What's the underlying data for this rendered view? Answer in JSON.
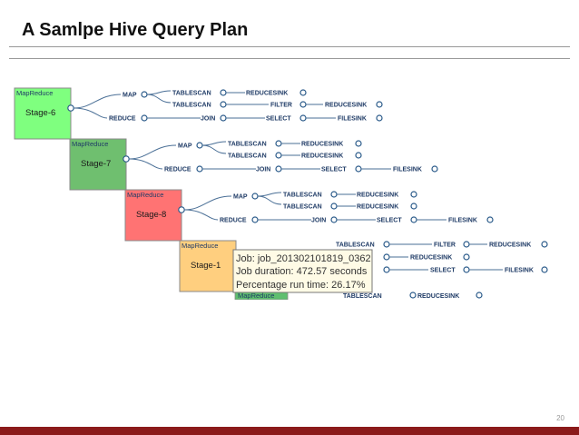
{
  "slide": {
    "title": "A Samlpe Hive Query Plan",
    "page_number": "20"
  },
  "colors": {
    "stage6": "#7fff7f",
    "stage7": "#6fbf6f",
    "stage8": "#ff7373",
    "stage1": "#ffcf7f",
    "partial": "#5fbf6f",
    "line": "#4a6f96",
    "accent": "#8b1a1a"
  },
  "stages": [
    {
      "header": "MapReduce",
      "name": "Stage-6",
      "color": "#7fff7f",
      "rows": [
        [
          "MAP",
          "TABLESCAN",
          "REDUCESINK"
        ],
        [
          "",
          "TABLESCAN",
          "FILTER",
          "REDUCESINK"
        ],
        [
          "REDUCE",
          "JOIN",
          "SELECT",
          "FILESINK"
        ]
      ]
    },
    {
      "header": "MapReduce",
      "name": "Stage-7",
      "color": "#6fbf6f",
      "rows": [
        [
          "MAP",
          "TABLESCAN",
          "REDUCESINK"
        ],
        [
          "",
          "TABLESCAN",
          "REDUCESINK"
        ],
        [
          "REDUCE",
          "JOIN",
          "SELECT",
          "FILESINK"
        ]
      ]
    },
    {
      "header": "MapReduce",
      "name": "Stage-8",
      "color": "#ff7373",
      "rows": [
        [
          "MAP",
          "TABLESCAN",
          "REDUCESINK"
        ],
        [
          "",
          "TABLESCAN",
          "REDUCESINK"
        ],
        [
          "REDUCE",
          "JOIN",
          "SELECT",
          "FILESINK"
        ]
      ]
    },
    {
      "header": "MapReduce",
      "name": "Stage-1",
      "color": "#ffcf7f",
      "rows": [
        [
          "",
          "TABLESCAN",
          "FILTER",
          "REDUCESINK"
        ],
        [
          "",
          "REDUCESINK"
        ],
        [
          "",
          "SELECT",
          "FILESINK"
        ]
      ]
    }
  ],
  "partial_stage": {
    "header": "MapReduce",
    "ops": [
      "TABLESCAN",
      "REDUCESINK"
    ]
  },
  "tooltip": {
    "job": "Job: job_201302101819_0362",
    "duration": "Job duration: 472.57 seconds",
    "percentage": "Percentage run time: 26.17%"
  }
}
